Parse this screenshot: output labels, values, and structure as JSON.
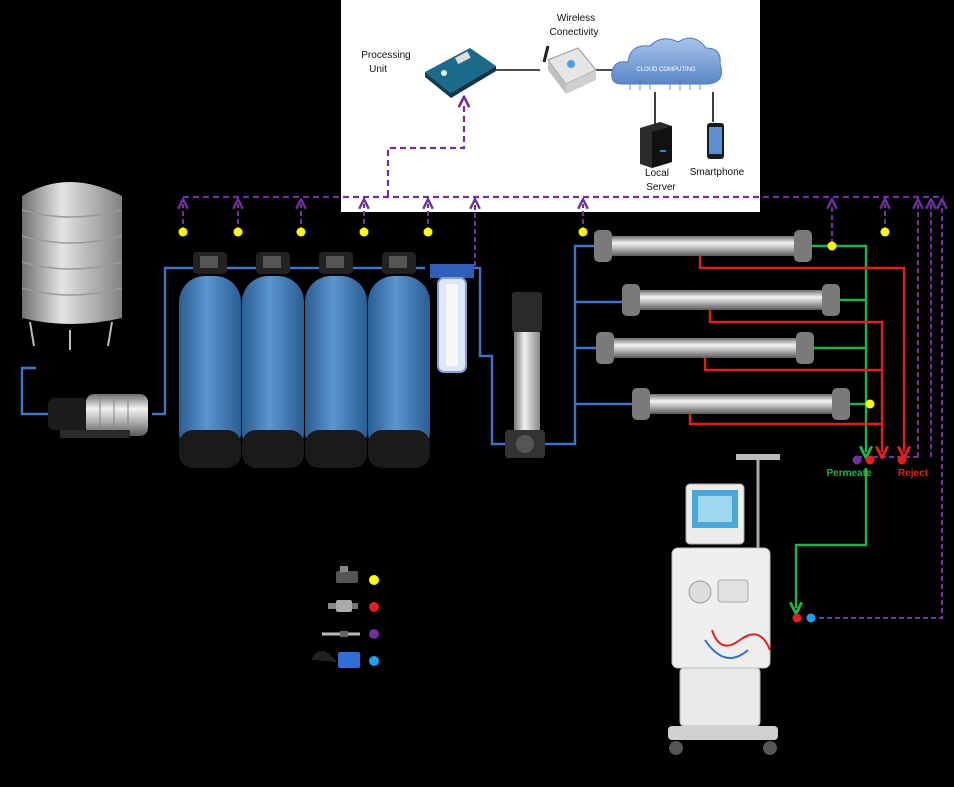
{
  "labels": {
    "processing_unit": [
      "Processing",
      "Unit"
    ],
    "wireless": [
      "Wireless",
      "Conectivity"
    ],
    "cloud": "CLOUD COMPUTING",
    "local_server": [
      "Local",
      "Server"
    ],
    "smartphone": "Smartphone",
    "permeate": "Permeate",
    "reject": "Reject"
  },
  "colors": {
    "data_link": "#7030a0",
    "feed_line": "#4472c4",
    "permeate_line": "#22b14c",
    "reject_line": "#e02020",
    "sensor_flow": "#ffff00",
    "sensor_pressure": "#e02020",
    "sensor_conductivity": "#7030a0",
    "sensor_level": "#1ea0f0",
    "filter_vessel": "#3a6fa8"
  },
  "legend": [
    {
      "icon": "flow-sensor-icon",
      "color": "#ffff00"
    },
    {
      "icon": "pressure-sensor-icon",
      "color": "#e02020"
    },
    {
      "icon": "conductivity-probe-icon",
      "color": "#7030a0"
    },
    {
      "icon": "level-sensor-icon",
      "color": "#1ea0f0"
    }
  ]
}
